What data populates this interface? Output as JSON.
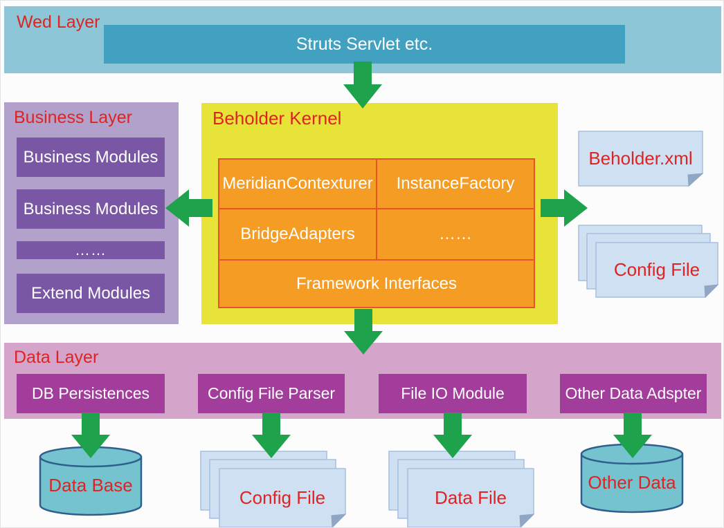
{
  "diagram": {
    "web_layer": {
      "title": "Wed Layer",
      "servlet_box": "Struts Servlet etc."
    },
    "business_layer": {
      "title": "Business Layer",
      "modules": [
        "Business Modules",
        "Business Modules",
        "……",
        "Extend Modules"
      ]
    },
    "kernel": {
      "title": "Beholder Kernel",
      "cells": [
        "MeridianContexturer",
        "InstanceFactory",
        "BridgeAdapters",
        "……"
      ],
      "footer_cell": "Framework Interfaces"
    },
    "artifacts": {
      "beholder_xml": "Beholder.xml",
      "kernel_config_stack": "Config File"
    },
    "data_layer": {
      "title": "Data Layer",
      "modules": [
        "DB Persistences",
        "Config File Parser",
        "File IO Module",
        "Other Data Adspter"
      ]
    },
    "storage": {
      "database": "Data Base",
      "config_stack": "Config File",
      "data_stack": "Data File",
      "other_data": "Other Data"
    },
    "colors": {
      "web_band": "#8cc6d7",
      "servlet_box": "#42a0c0",
      "business_band": "#b2a1cb",
      "business_box": "#7a57a4",
      "kernel_bg": "#e8e338",
      "kernel_cell": "#f59c24",
      "kernel_cell_border": "#e9532a",
      "data_band": "#d5a4ca",
      "data_box": "#a23d9c",
      "doc_fill": "#cfe0f3",
      "doc_border": "#a6bfdd",
      "cylinder_fill": "#74c3ce",
      "cylinder_stroke": "#2e5f8e",
      "arrow_green": "#1ea24c",
      "title_red": "#de2422"
    }
  }
}
